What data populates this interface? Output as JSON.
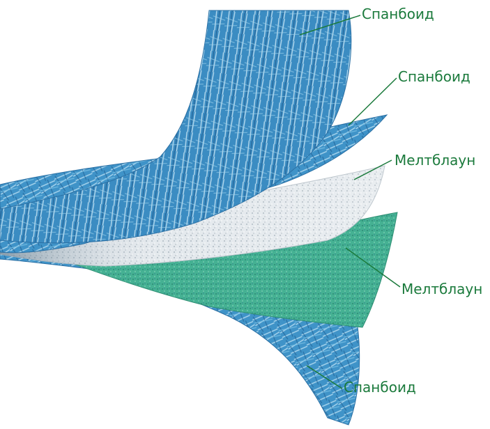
{
  "colors": {
    "spunbond": "#3f93c8",
    "spunbond_dark": "#1f5f93",
    "spunbond_light": "#bfe3f4",
    "meltblown_white": "#e8ecef",
    "meltblown_green": "#3fae8f",
    "leader": "#1b7a3c",
    "label_text": "#1b7a3c"
  },
  "labels": [
    {
      "text": "Спанбоид"
    },
    {
      "text": "Спанбоид"
    },
    {
      "text": "Мелтблаун"
    },
    {
      "text": "Мелтблаун"
    },
    {
      "text": "Спанбоид"
    }
  ]
}
